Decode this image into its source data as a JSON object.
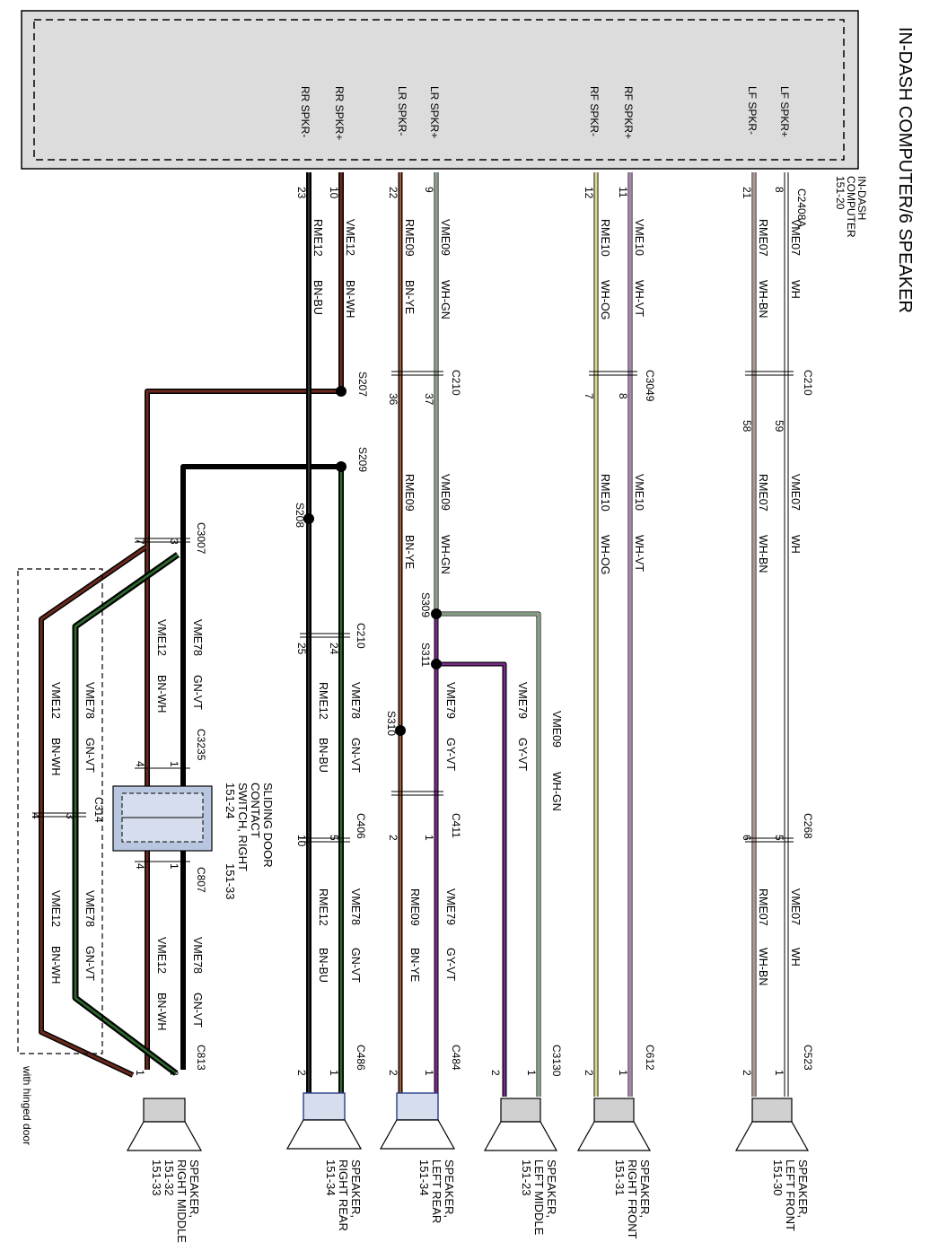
{
  "title": "IN-DASH COMPUTER/6 SPEAKER",
  "computer": {
    "name_lines": [
      "IN-DASH",
      "COMPUTER",
      "151-20"
    ],
    "connector": "C2408A",
    "terminals": [
      "LF SPKR+",
      "LF SPKR-",
      "RF SPKR+",
      "RF SPKR-",
      "LR SPKR+",
      "LR SPKR-",
      "RR SPKR+",
      "RR SPKR-"
    ]
  },
  "wire_labels": [
    {
      "circuit": "VME07",
      "color": "WH"
    },
    {
      "circuit": "RME07",
      "color": "WH-BN"
    },
    {
      "circuit": "VME10",
      "color": "WH-VT"
    },
    {
      "circuit": "RME10",
      "color": "WH-OG"
    },
    {
      "circuit": "VME09",
      "color": "WH-GN"
    },
    {
      "circuit": "RME09",
      "color": "BN-YE"
    },
    {
      "circuit": "VME12",
      "color": "BN-WH"
    },
    {
      "circuit": "RME12",
      "color": "BN-BU"
    },
    {
      "circuit": "VME78",
      "color": "GN-VT"
    },
    {
      "circuit": "VME79",
      "color": "GY-VT"
    }
  ],
  "connectors": [
    "C210",
    "C3049",
    "C268",
    "C612",
    "C523",
    "C3130",
    "C411",
    "C484",
    "C406",
    "C486",
    "C3007",
    "C3235",
    "C807",
    "C813",
    "C314"
  ],
  "splices": [
    "S207",
    "S209",
    "S208",
    "S309",
    "S311",
    "S310"
  ],
  "pins": [
    "1",
    "2",
    "3",
    "4",
    "5",
    "6",
    "7",
    "8",
    "9",
    "10",
    "11",
    "12",
    "21",
    "22",
    "23",
    "24",
    "25",
    "36",
    "37",
    "58",
    "59"
  ],
  "speakers": [
    {
      "lines": [
        "SPEAKER,",
        "LEFT FRONT",
        "151-30"
      ]
    },
    {
      "lines": [
        "SPEAKER,",
        "RIGHT FRONT",
        "151-31"
      ]
    },
    {
      "lines": [
        "SPEAKER,",
        "LEFT MIDDLE",
        "151-23"
      ]
    },
    {
      "lines": [
        "SPEAKER,",
        "LEFT REAR",
        "151-34"
      ]
    },
    {
      "lines": [
        "SPEAKER,",
        "RIGHT REAR",
        "151-34"
      ]
    },
    {
      "lines": [
        "SPEAKER,",
        "RIGHT MIDDLE",
        "151-32",
        "151-33"
      ]
    }
  ],
  "switch": {
    "lines": [
      "SLIDING DOOR",
      "CONTACT",
      "SWITCH, RIGHT",
      "151-24"
    ],
    "ref": "151-33"
  },
  "note": "with hinged door",
  "colors": {
    "brown": "#6b2a1e",
    "black": "#111111",
    "violet": "#7a2a8c",
    "yellow": "#e0d04a",
    "green": "#2e6b2e",
    "gray": "#bdbdbd",
    "blue": "#6f88c8"
  }
}
